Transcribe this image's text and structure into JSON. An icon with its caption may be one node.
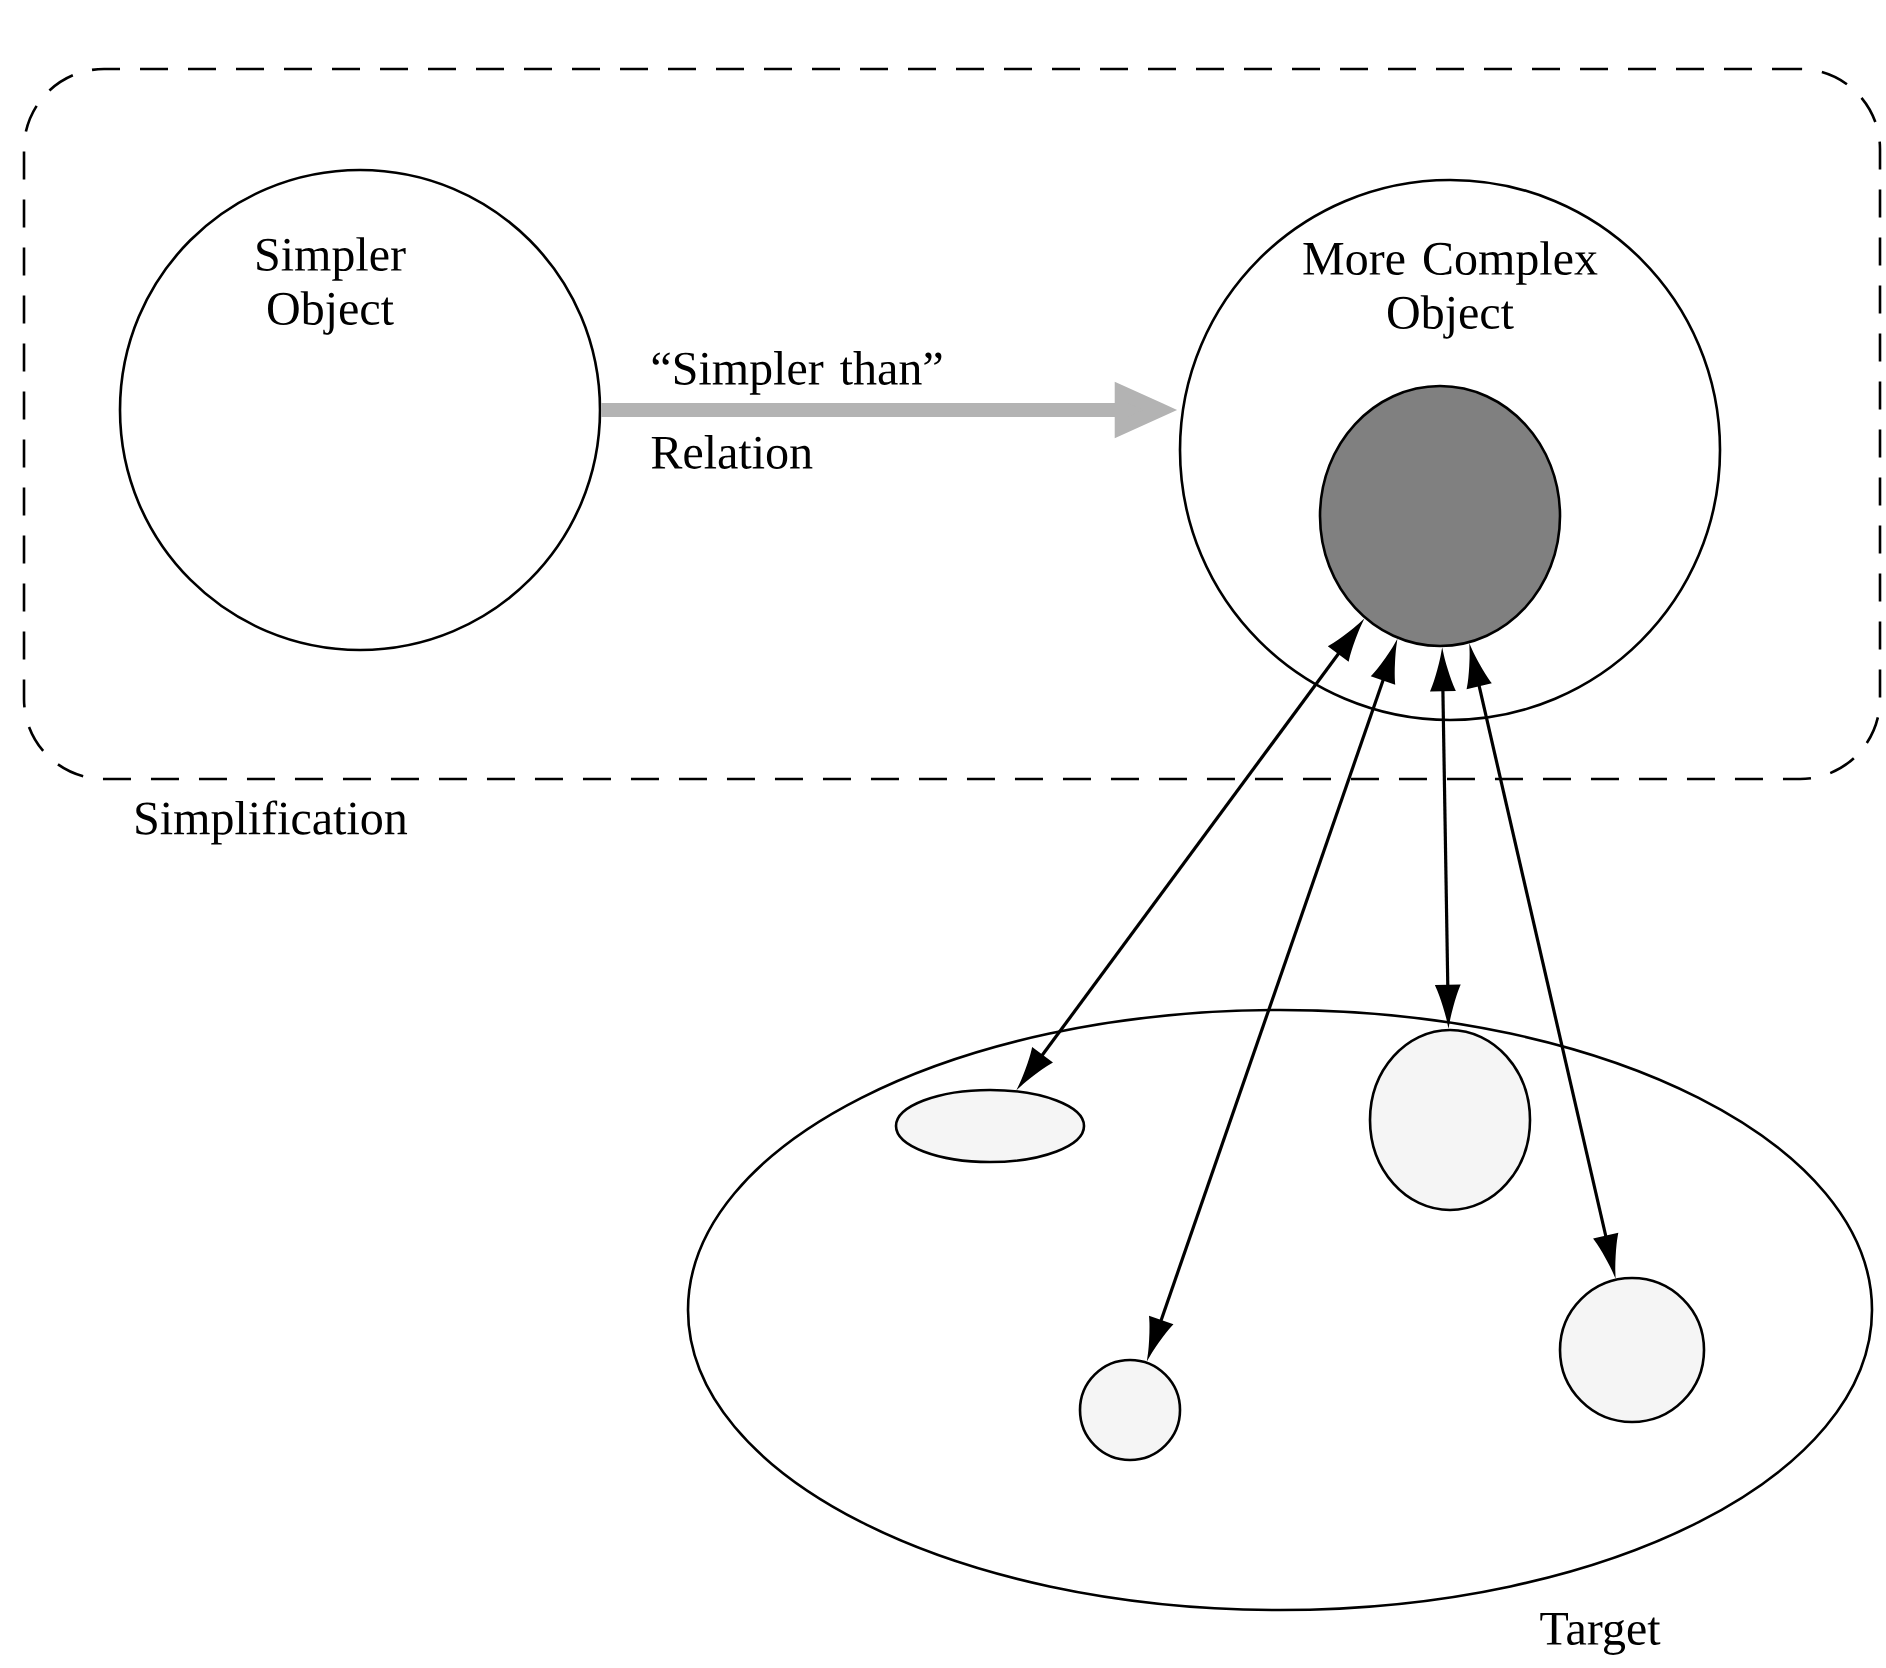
{
  "diagram": {
    "nodes": [
      {
        "text": [
          "Simplification"
        ]
      },
      {
        "text": [
          "Simpler Object"
        ],
        "in": 0
      },
      {
        "text": [
          "More Complex Object"
        ],
        "in": 0
      },
      {
        "text": [],
        "shape": "ellipse",
        "in": 2
      },
      {
        "text": [
          "Target"
        ]
      },
      {
        "text": [],
        "shape": "ellipse",
        "in": 4
      },
      {
        "text": [],
        "shape": "circle",
        "in": 4
      },
      {
        "text": [],
        "shape": "ellipse",
        "in": 4
      },
      {
        "text": [],
        "shape": "circle",
        "in": 4
      }
    ],
    "edges": [
      {
        "from": 1,
        "to": 2,
        "arrow": "to",
        "label": "“Simpler than” Relation",
        "style": "thick",
        "color": "#b3b3b3"
      },
      {
        "from": 3,
        "to": 5,
        "arrow": "both"
      },
      {
        "from": 3,
        "to": 6,
        "arrow": "both"
      },
      {
        "from": 3,
        "to": 7,
        "arrow": "both"
      },
      {
        "from": 3,
        "to": 8,
        "arrow": "both"
      }
    ]
  }
}
